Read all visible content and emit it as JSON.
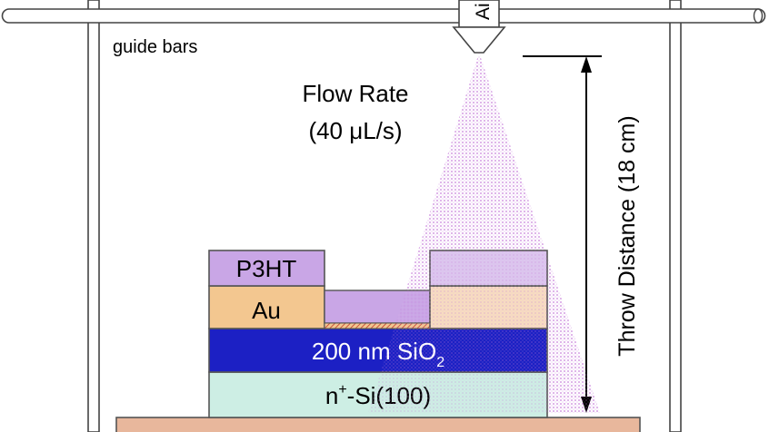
{
  "labels": {
    "guide_bars": "guide bars",
    "nozzle": "Ai",
    "flow_rate_line1": "Flow Rate",
    "flow_rate_line2": "(40 μL/s)",
    "throw_distance": "Throw Distance (18 cm)"
  },
  "layers": {
    "p3ht": "P3HT",
    "au": "Au",
    "sio2_main": "200 nm SiO",
    "sio2_sub": "2",
    "si_n": "n",
    "si_sup": "+",
    "si_rest": "-Si(100)"
  },
  "colors": {
    "p3ht": "#c9a6e6",
    "au": "#f3c790",
    "sio2": "#1c20c4",
    "si": "#cdeee4",
    "stage": "#e8b79c",
    "spray": "#d9a6e6",
    "frame": "#555555"
  }
}
